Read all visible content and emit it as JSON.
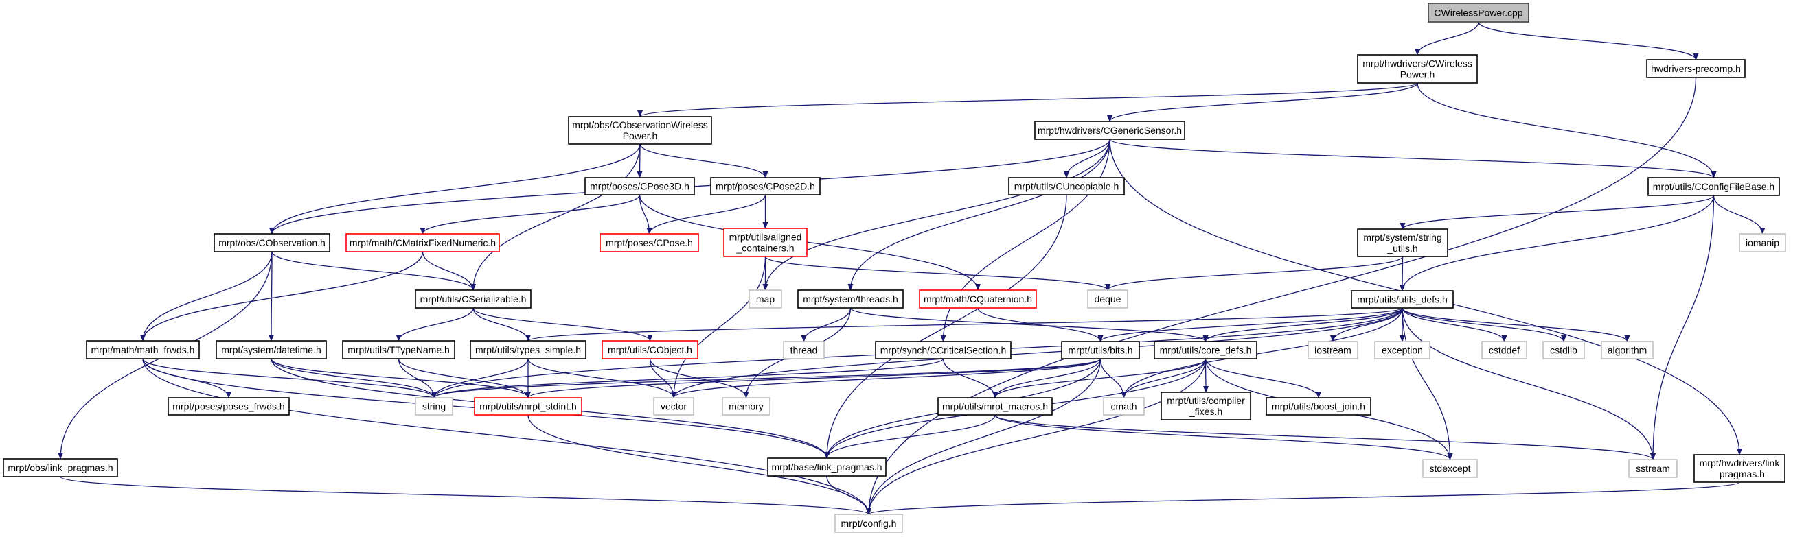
{
  "diagram": {
    "type": "include-dependency-graph",
    "colors": {
      "edge": "#191970",
      "root_fill": "#bfbfbf",
      "missing_border": "#ff0000",
      "system_border": "#bfbfbf"
    },
    "nodes": [
      {
        "id": "cpp",
        "label": [
          "CWirelessPower.cpp"
        ],
        "kind": "root"
      },
      {
        "id": "cwp",
        "label": [
          "mrpt/hwdrivers/CWireless",
          "Power.h"
        ],
        "kind": "normal"
      },
      {
        "id": "precomp",
        "label": [
          "hwdrivers-precomp.h"
        ],
        "kind": "normal"
      },
      {
        "id": "cowp",
        "label": [
          "mrpt/obs/CObservationWireless",
          "Power.h"
        ],
        "kind": "normal"
      },
      {
        "id": "cgs",
        "label": [
          "mrpt/hwdrivers/CGenericSensor.h"
        ],
        "kind": "normal"
      },
      {
        "id": "cpose3d",
        "label": [
          "mrpt/poses/CPose3D.h"
        ],
        "kind": "normal"
      },
      {
        "id": "cpose2d",
        "label": [
          "mrpt/poses/CPose2D.h"
        ],
        "kind": "normal"
      },
      {
        "id": "cuncop",
        "label": [
          "mrpt/utils/CUncopiable.h"
        ],
        "kind": "normal"
      },
      {
        "id": "ccfg",
        "label": [
          "mrpt/utils/CConfigFileBase.h"
        ],
        "kind": "normal"
      },
      {
        "id": "cobs",
        "label": [
          "mrpt/obs/CObservation.h"
        ],
        "kind": "normal"
      },
      {
        "id": "cmfn",
        "label": [
          "mrpt/math/CMatrixFixedNumeric.h"
        ],
        "kind": "red"
      },
      {
        "id": "cpose",
        "label": [
          "mrpt/poses/CPose.h"
        ],
        "kind": "red"
      },
      {
        "id": "aligned",
        "label": [
          "mrpt/utils/aligned",
          "_containers.h"
        ],
        "kind": "red"
      },
      {
        "id": "strutils",
        "label": [
          "mrpt/system/string",
          "_utils.h"
        ],
        "kind": "normal"
      },
      {
        "id": "iomanip",
        "label": [
          "iomanip"
        ],
        "kind": "system"
      },
      {
        "id": "cser",
        "label": [
          "mrpt/utils/CSerializable.h"
        ],
        "kind": "normal"
      },
      {
        "id": "map",
        "label": [
          "map"
        ],
        "kind": "system"
      },
      {
        "id": "threads",
        "label": [
          "mrpt/system/threads.h"
        ],
        "kind": "normal"
      },
      {
        "id": "cquat",
        "label": [
          "mrpt/math/CQuaternion.h"
        ],
        "kind": "red"
      },
      {
        "id": "deque",
        "label": [
          "deque"
        ],
        "kind": "system"
      },
      {
        "id": "utilsdefs",
        "label": [
          "mrpt/utils/utils_defs.h"
        ],
        "kind": "normal"
      },
      {
        "id": "mathfrwds",
        "label": [
          "mrpt/math/math_frwds.h"
        ],
        "kind": "normal"
      },
      {
        "id": "datetime",
        "label": [
          "mrpt/system/datetime.h"
        ],
        "kind": "normal"
      },
      {
        "id": "ttypename",
        "label": [
          "mrpt/utils/TTypeName.h"
        ],
        "kind": "normal"
      },
      {
        "id": "typessimple",
        "label": [
          "mrpt/utils/types_simple.h"
        ],
        "kind": "normal"
      },
      {
        "id": "cobject",
        "label": [
          "mrpt/utils/CObject.h"
        ],
        "kind": "red"
      },
      {
        "id": "thread",
        "label": [
          "thread"
        ],
        "kind": "system"
      },
      {
        "id": "ccrit",
        "label": [
          "mrpt/synch/CCriticalSection.h"
        ],
        "kind": "normal"
      },
      {
        "id": "bits",
        "label": [
          "mrpt/utils/bits.h"
        ],
        "kind": "normal"
      },
      {
        "id": "coredefs",
        "label": [
          "mrpt/utils/core_defs.h"
        ],
        "kind": "normal"
      },
      {
        "id": "iostream",
        "label": [
          "iostream"
        ],
        "kind": "system"
      },
      {
        "id": "exception",
        "label": [
          "exception"
        ],
        "kind": "system"
      },
      {
        "id": "cstddef",
        "label": [
          "cstddef"
        ],
        "kind": "system"
      },
      {
        "id": "cstdlib",
        "label": [
          "cstdlib"
        ],
        "kind": "system"
      },
      {
        "id": "algorithm",
        "label": [
          "algorithm"
        ],
        "kind": "system"
      },
      {
        "id": "posesfrwds",
        "label": [
          "mrpt/poses/poses_frwds.h"
        ],
        "kind": "normal"
      },
      {
        "id": "string",
        "label": [
          "string"
        ],
        "kind": "system"
      },
      {
        "id": "stdint",
        "label": [
          "mrpt/utils/mrpt_stdint.h"
        ],
        "kind": "red"
      },
      {
        "id": "vector",
        "label": [
          "vector"
        ],
        "kind": "system"
      },
      {
        "id": "memory",
        "label": [
          "memory"
        ],
        "kind": "system"
      },
      {
        "id": "macros",
        "label": [
          "mrpt/utils/mrpt_macros.h"
        ],
        "kind": "normal"
      },
      {
        "id": "cmath",
        "label": [
          "cmath"
        ],
        "kind": "system"
      },
      {
        "id": "compfix",
        "label": [
          "mrpt/utils/compiler",
          "_fixes.h"
        ],
        "kind": "normal"
      },
      {
        "id": "boostjoin",
        "label": [
          "mrpt/utils/boost_join.h"
        ],
        "kind": "normal"
      },
      {
        "id": "obslp",
        "label": [
          "mrpt/obs/link_pragmas.h"
        ],
        "kind": "normal"
      },
      {
        "id": "baselp",
        "label": [
          "mrpt/base/link_pragmas.h"
        ],
        "kind": "normal"
      },
      {
        "id": "stdexcept",
        "label": [
          "stdexcept"
        ],
        "kind": "system"
      },
      {
        "id": "sstream",
        "label": [
          "sstream"
        ],
        "kind": "system"
      },
      {
        "id": "hwlp",
        "label": [
          "mrpt/hwdrivers/link",
          "_pragmas.h"
        ],
        "kind": "normal"
      },
      {
        "id": "config",
        "label": [
          "mrpt/config.h"
        ],
        "kind": "system"
      }
    ],
    "edges": [
      [
        "cpp",
        "cwp"
      ],
      [
        "cpp",
        "precomp"
      ],
      [
        "cwp",
        "cowp"
      ],
      [
        "cwp",
        "cgs"
      ],
      [
        "cwp",
        "ccfg"
      ],
      [
        "precomp",
        "config"
      ],
      [
        "cowp",
        "cobs"
      ],
      [
        "cowp",
        "cpose3d"
      ],
      [
        "cowp",
        "cpose2d"
      ],
      [
        "cowp",
        "cser"
      ],
      [
        "cgs",
        "cobs"
      ],
      [
        "cgs",
        "cuncop"
      ],
      [
        "cgs",
        "ccfg"
      ],
      [
        "cgs",
        "map"
      ],
      [
        "cgs",
        "threads"
      ],
      [
        "cgs",
        "ccrit"
      ],
      [
        "cgs",
        "hwlp"
      ],
      [
        "cpose3d",
        "cpose"
      ],
      [
        "cpose3d",
        "cmfn"
      ],
      [
        "cpose3d",
        "cquat"
      ],
      [
        "cpose2d",
        "cpose"
      ],
      [
        "cpose2d",
        "aligned"
      ],
      [
        "cuncop",
        "baselp"
      ],
      [
        "ccfg",
        "strutils"
      ],
      [
        "ccfg",
        "utilsdefs"
      ],
      [
        "ccfg",
        "iomanip"
      ],
      [
        "ccfg",
        "sstream"
      ],
      [
        "cobs",
        "mathfrwds"
      ],
      [
        "cobs",
        "datetime"
      ],
      [
        "cobs",
        "cser"
      ],
      [
        "cobs",
        "obslp"
      ],
      [
        "cmfn",
        "cser"
      ],
      [
        "cmfn",
        "mathfrwds"
      ],
      [
        "aligned",
        "map"
      ],
      [
        "aligned",
        "deque"
      ],
      [
        "aligned",
        "vector"
      ],
      [
        "strutils",
        "deque"
      ],
      [
        "strutils",
        "utilsdefs"
      ],
      [
        "threads",
        "thread"
      ],
      [
        "threads",
        "memory"
      ],
      [
        "threads",
        "coredefs"
      ],
      [
        "cquat",
        "bits"
      ],
      [
        "cser",
        "ttypename"
      ],
      [
        "cser",
        "typessimple"
      ],
      [
        "cser",
        "cobject"
      ],
      [
        "utilsdefs",
        "typessimple"
      ],
      [
        "utilsdefs",
        "bits"
      ],
      [
        "utilsdefs",
        "coredefs"
      ],
      [
        "utilsdefs",
        "iostream"
      ],
      [
        "utilsdefs",
        "exception"
      ],
      [
        "utilsdefs",
        "cstddef"
      ],
      [
        "utilsdefs",
        "cstdlib"
      ],
      [
        "utilsdefs",
        "algorithm"
      ],
      [
        "utilsdefs",
        "sstream"
      ],
      [
        "utilsdefs",
        "stdexcept"
      ],
      [
        "utilsdefs",
        "cmath"
      ],
      [
        "utilsdefs",
        "vector"
      ],
      [
        "utilsdefs",
        "string"
      ],
      [
        "mathfrwds",
        "posesfrwds"
      ],
      [
        "mathfrwds",
        "string"
      ],
      [
        "mathfrwds",
        "baselp"
      ],
      [
        "mathfrwds",
        "config"
      ],
      [
        "datetime",
        "string"
      ],
      [
        "datetime",
        "stdint"
      ],
      [
        "datetime",
        "baselp"
      ],
      [
        "ttypename",
        "string"
      ],
      [
        "ttypename",
        "stdint"
      ],
      [
        "typessimple",
        "string"
      ],
      [
        "typessimple",
        "stdint"
      ],
      [
        "typessimple",
        "vector"
      ],
      [
        "cobject",
        "vector"
      ],
      [
        "cobject",
        "memory"
      ],
      [
        "ccrit",
        "macros"
      ],
      [
        "ccrit",
        "string"
      ],
      [
        "bits",
        "macros"
      ],
      [
        "bits",
        "cmath"
      ],
      [
        "bits",
        "baselp"
      ],
      [
        "bits",
        "config"
      ],
      [
        "bits",
        "vector"
      ],
      [
        "bits",
        "stdint"
      ],
      [
        "bits",
        "string"
      ],
      [
        "coredefs",
        "macros"
      ],
      [
        "coredefs",
        "compfix"
      ],
      [
        "coredefs",
        "boostjoin"
      ],
      [
        "coredefs",
        "baselp"
      ],
      [
        "coredefs",
        "config"
      ],
      [
        "coredefs",
        "cmath"
      ],
      [
        "coredefs",
        "stdexcept"
      ],
      [
        "macros",
        "baselp"
      ],
      [
        "macros",
        "stdexcept"
      ],
      [
        "macros",
        "sstream"
      ],
      [
        "stdint",
        "config"
      ],
      [
        "baselp",
        "config"
      ],
      [
        "obslp",
        "config"
      ],
      [
        "hwlp",
        "config"
      ]
    ]
  }
}
